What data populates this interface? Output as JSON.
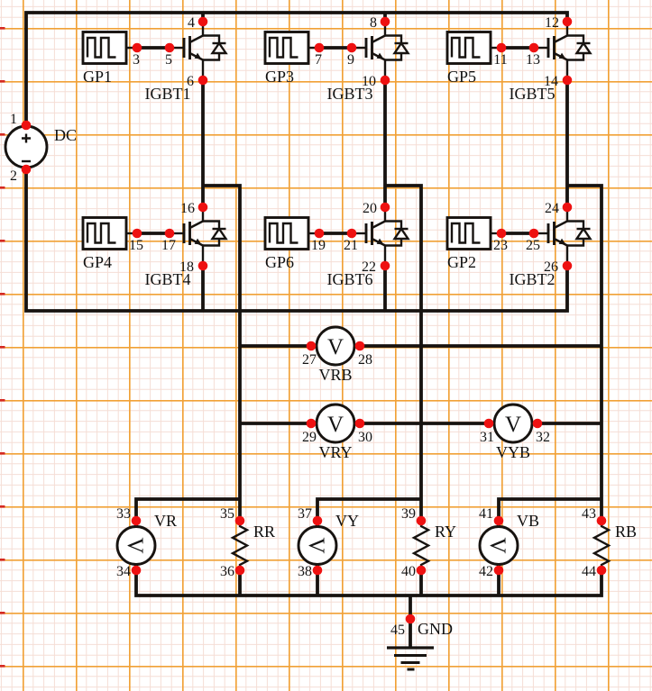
{
  "source": {
    "dc": {
      "label": "DC",
      "plus": "+",
      "minus": "-"
    }
  },
  "gate_pulses": {
    "gp1": "GP1",
    "gp2": "GP2",
    "gp3": "GP3",
    "gp4": "GP4",
    "gp5": "GP5",
    "gp6": "GP6"
  },
  "igbts": {
    "igbt1": "IGBT1",
    "igbt2": "IGBT2",
    "igbt3": "IGBT3",
    "igbt4": "IGBT4",
    "igbt5": "IGBT5",
    "igbt6": "IGBT6"
  },
  "voltmeters": {
    "glyph": "V",
    "vrb": "VRB",
    "vry": "VRY",
    "vyb": "VYB",
    "vr": "VR",
    "vy": "VY",
    "vb": "VB"
  },
  "resistors": {
    "rr": "RR",
    "ry": "RY",
    "rb": "RB"
  },
  "ground": {
    "label": "GND"
  },
  "nodes": {
    "n1": "1",
    "n2": "2",
    "n3": "3",
    "n4": "4",
    "n5": "5",
    "n6": "6",
    "n7": "7",
    "n8": "8",
    "n9": "9",
    "n10": "10",
    "n11": "11",
    "n12": "12",
    "n13": "13",
    "n14": "14",
    "n15": "15",
    "n16": "16",
    "n17": "17",
    "n18": "18",
    "n19": "19",
    "n20": "20",
    "n21": "21",
    "n22": "22",
    "n23": "23",
    "n24": "24",
    "n25": "25",
    "n26": "26",
    "n27": "27",
    "n28": "28",
    "n29": "29",
    "n30": "30",
    "n31": "31",
    "n32": "32",
    "n33": "33",
    "n34": "34",
    "n35": "35",
    "n36": "36",
    "n37": "37",
    "n38": "38",
    "n39": "39",
    "n40": "40",
    "n41": "41",
    "n42": "42",
    "n43": "43",
    "n44": "44",
    "n45": "45"
  },
  "colors": {
    "wire": "#171310",
    "terminal_dot": "#ee1111",
    "grid_minor": "#f5ded6",
    "grid_major": "#f1a136",
    "edge_tick": "#d42a22",
    "background": "#ffffff"
  }
}
